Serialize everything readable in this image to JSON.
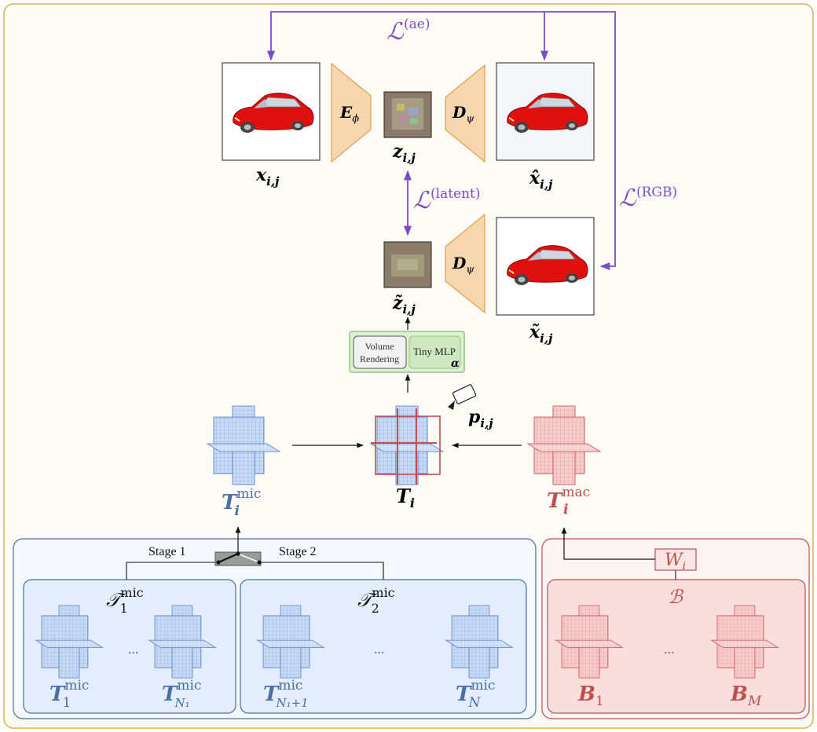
{
  "colors": {
    "frame": "#d8b54a",
    "background": "#fdfbf6",
    "loss": "#7b4cc4",
    "micro": "#4a6fa5",
    "micro_fill": "#c9daf6",
    "macro": "#c0504d",
    "macro_fill": "#f6cccc",
    "mlp_green": "#8cc77a",
    "trapezoid": "#f6d6ae",
    "car_red": "#e01010"
  },
  "losses": {
    "ae": {
      "symbol": "ℒ",
      "sup": "(ae)"
    },
    "latent": {
      "symbol": "ℒ",
      "sup": "(latent)"
    },
    "rgb": {
      "symbol": "ℒ",
      "sup": "(RGB)"
    }
  },
  "autoencoder": {
    "x_label": "x",
    "x_sub": "i,j",
    "encoder": "E",
    "encoder_sub": "ϕ",
    "z_label": "z",
    "z_sub": "i,j",
    "decoder": "D",
    "decoder_sub": "ψ",
    "xhat_label": "x̂",
    "xhat_sub": "i,j"
  },
  "render": {
    "ztilde_label": "z̃",
    "ztilde_sub": "i,j",
    "decoder": "D",
    "decoder_sub": "ψ",
    "xtilde_label": "x̃",
    "xtilde_sub": "i,j",
    "volume_rendering": [
      "Volume",
      "Rendering"
    ],
    "tiny_mlp": "Tiny MLP",
    "alpha": "α",
    "pose": "p",
    "pose_sub": "i,j"
  },
  "triplanes": {
    "micro": {
      "base": "T",
      "sub": "i",
      "sup": "mic"
    },
    "combined": {
      "base": "T",
      "sub": "i"
    },
    "macro": {
      "base": "T",
      "sub": "i",
      "sup": "mac"
    }
  },
  "micro_panel": {
    "stage1": "Stage 1",
    "stage2": "Stage 2",
    "group1": {
      "base": "𝒯",
      "sub": "1",
      "sup": "mic"
    },
    "group2": {
      "base": "𝒯",
      "sub": "2",
      "sup": "mic"
    },
    "ellipsis": "...",
    "items": [
      {
        "base": "T",
        "sub": "1",
        "sup": "mic"
      },
      {
        "base": "T",
        "sub": "N₁",
        "sup": "mic"
      },
      {
        "base": "T",
        "sub": "N₁+1",
        "sup": "mic"
      },
      {
        "base": "T",
        "sub": "N",
        "sup": "mic"
      }
    ]
  },
  "macro_panel": {
    "weight": {
      "base": "W",
      "sub": "i"
    },
    "basis": "ℬ",
    "ellipsis": "...",
    "items": [
      {
        "base": "B",
        "sub": "1"
      },
      {
        "base": "B",
        "sub": "M"
      }
    ]
  }
}
